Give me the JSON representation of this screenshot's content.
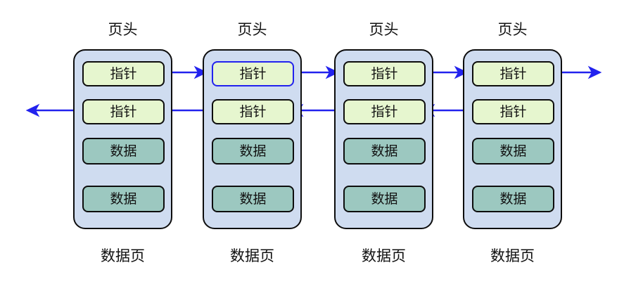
{
  "diagram": {
    "type": "doubly-linked-list-of-data-pages",
    "background_color": "#ffffff",
    "colors": {
      "page_fill": "#cfdcf0",
      "pointer_fill": "#e6f6cf",
      "data_fill": "#9cc8c0",
      "border": "#0d0d0d",
      "arrow": "#2222ee",
      "highlight_border": "#2222ee",
      "text": "#121212"
    },
    "pages": [
      {
        "header_label": "页头",
        "footer_label": "数据页",
        "slots": [
          {
            "label": "指针",
            "kind": "pointer",
            "highlighted": false
          },
          {
            "label": "指针",
            "kind": "pointer",
            "highlighted": false
          },
          {
            "label": "数据",
            "kind": "data",
            "highlighted": false
          },
          {
            "label": "数据",
            "kind": "data",
            "highlighted": false
          }
        ]
      },
      {
        "header_label": "页头",
        "footer_label": "数据页",
        "slots": [
          {
            "label": "指针",
            "kind": "pointer",
            "highlighted": true
          },
          {
            "label": "指针",
            "kind": "pointer",
            "highlighted": false
          },
          {
            "label": "数据",
            "kind": "data",
            "highlighted": false
          },
          {
            "label": "数据",
            "kind": "data",
            "highlighted": false
          }
        ]
      },
      {
        "header_label": "页头",
        "footer_label": "数据页",
        "slots": [
          {
            "label": "指针",
            "kind": "pointer",
            "highlighted": false
          },
          {
            "label": "指针",
            "kind": "pointer",
            "highlighted": false
          },
          {
            "label": "数据",
            "kind": "data",
            "highlighted": false
          },
          {
            "label": "数据",
            "kind": "data",
            "highlighted": false
          }
        ]
      },
      {
        "header_label": "页头",
        "footer_label": "数据页",
        "slots": [
          {
            "label": "指针",
            "kind": "pointer",
            "highlighted": false
          },
          {
            "label": "指针",
            "kind": "pointer",
            "highlighted": false
          },
          {
            "label": "数据",
            "kind": "data",
            "highlighted": false
          },
          {
            "label": "数据",
            "kind": "data",
            "highlighted": false
          }
        ]
      }
    ],
    "connections": [
      {
        "name": "next-pointer-page1-to-page2",
        "direction": "right",
        "from_page": 1,
        "to_page": 2,
        "row": "pointer-1"
      },
      {
        "name": "next-pointer-page2-to-page3",
        "direction": "right",
        "from_page": 2,
        "to_page": 3,
        "row": "pointer-1"
      },
      {
        "name": "next-pointer-page3-to-page4",
        "direction": "right",
        "from_page": 3,
        "to_page": 4,
        "row": "pointer-1"
      },
      {
        "name": "next-pointer-page4-to-outside",
        "direction": "right",
        "from_page": 4,
        "to_page": null,
        "row": "pointer-1"
      },
      {
        "name": "prev-pointer-page2-to-page1",
        "direction": "left",
        "from_page": 2,
        "to_page": 1,
        "row": "pointer-2"
      },
      {
        "name": "prev-pointer-page3-to-page2",
        "direction": "left",
        "from_page": 3,
        "to_page": 2,
        "row": "pointer-2"
      },
      {
        "name": "prev-pointer-page4-to-page3",
        "direction": "left",
        "from_page": 4,
        "to_page": 3,
        "row": "pointer-2"
      },
      {
        "name": "prev-pointer-page1-to-outside",
        "direction": "left",
        "from_page": 1,
        "to_page": null,
        "row": "pointer-2"
      }
    ]
  }
}
